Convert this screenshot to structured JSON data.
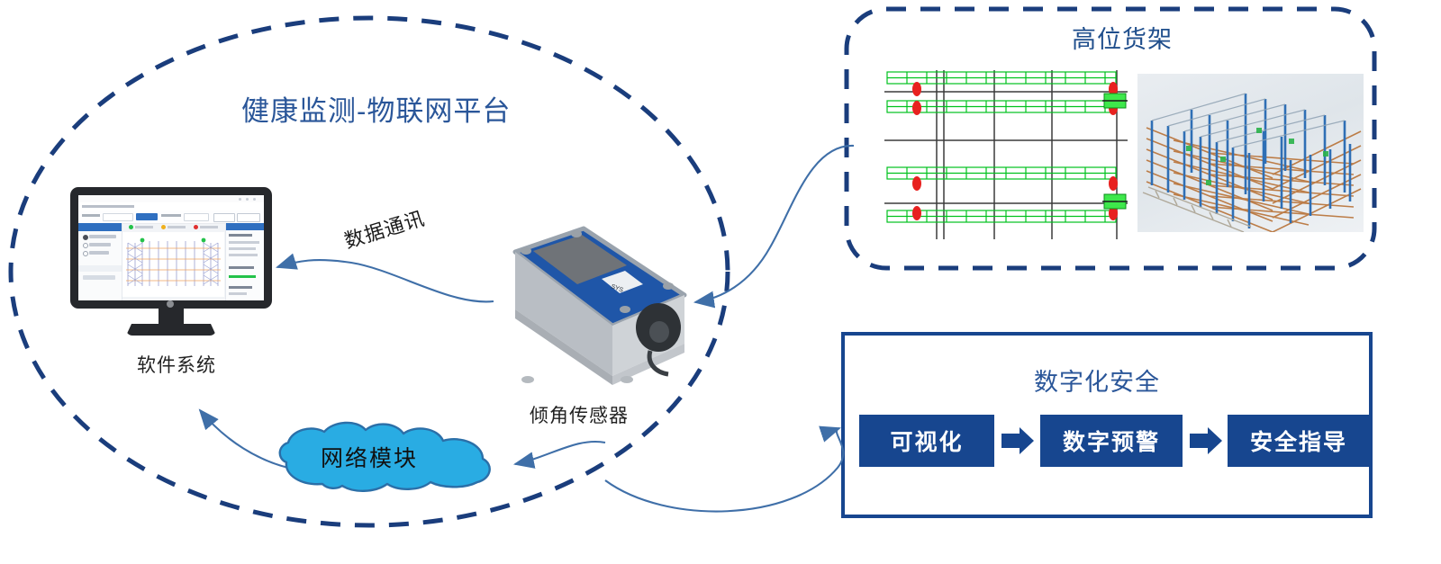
{
  "diagram": {
    "platform_title": "健康监测-物联网平台",
    "rack_panel_title": "高位货架",
    "safety_panel_title": "数字化安全",
    "software_label": "软件系统",
    "sensor_label": "倾角传感器",
    "data_comm_label": "数据通讯",
    "cloud_label": "网络模块",
    "flow_steps": [
      {
        "label": "可视化"
      },
      {
        "label": "数字预警"
      },
      {
        "label": "安全指导"
      }
    ],
    "colors": {
      "navy_dash": "#1a3d7c",
      "box_blue": "#17468f",
      "title_blue": "#2a5699",
      "arrow_blue": "#3f6fa8",
      "cloud_fill": "#29ace3",
      "cloud_stroke": "#2b6fa8",
      "rack_green": "#00c21e",
      "marker_red": "#e8211f"
    }
  }
}
